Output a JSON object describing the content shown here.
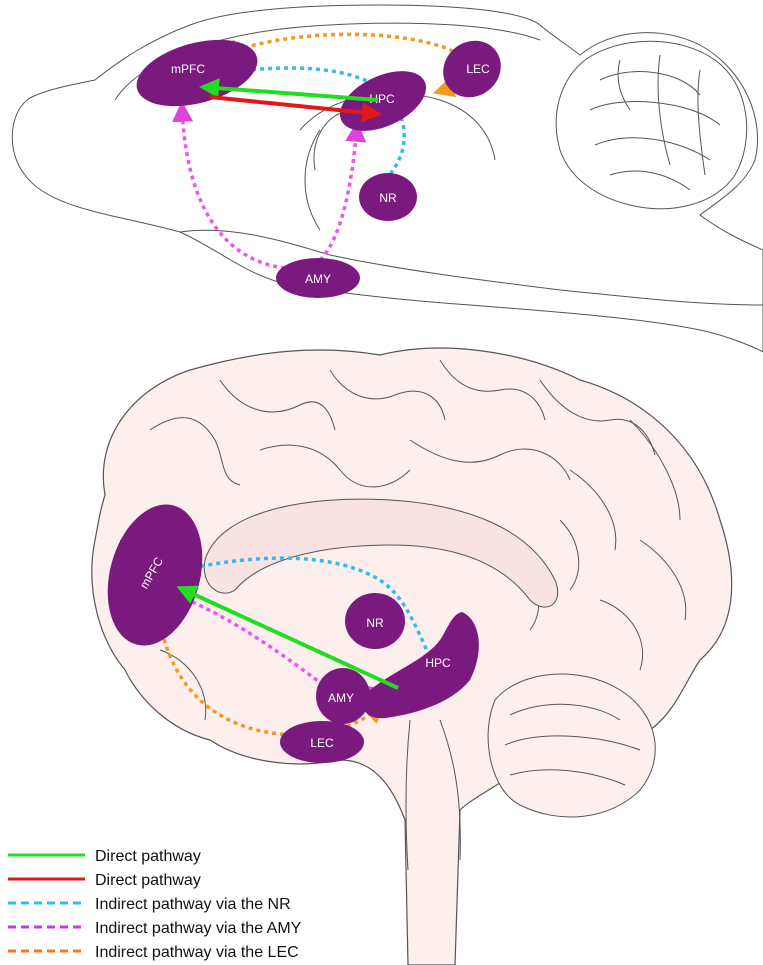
{
  "colors": {
    "region_fill": "#7b1a7e",
    "direct_green": "#22dd22",
    "direct_red": "#e01818",
    "indirect_nr": "#33bbee",
    "indirect_amy": "#ee55ee",
    "indirect_lec": "#f29a1e",
    "brain_fill": "#fcefee",
    "brain_outline": "#555555"
  },
  "rodent_brain": {
    "regions": {
      "mpfc": "mPFC",
      "hpc": "HPC",
      "lec": "LEC",
      "nr": "NR",
      "amy": "AMY"
    }
  },
  "human_brain": {
    "regions": {
      "mpfc": "mPFC",
      "hpc": "HPC",
      "lec": "LEC",
      "nr": "NR",
      "amy": "AMY"
    }
  },
  "legend": {
    "items": [
      {
        "label": "Direct pathway",
        "color": "#22dd22",
        "style": "solid"
      },
      {
        "label": "Direct pathway",
        "color": "#e01818",
        "style": "solid"
      },
      {
        "label": "Indirect pathway via the NR",
        "color": "#33bbee",
        "style": "dashed"
      },
      {
        "label": "Indirect pathway via the AMY",
        "color": "#ee55ee",
        "style": "dashed"
      },
      {
        "label": "Indirect pathway via the LEC",
        "color": "#f29a1e",
        "style": "dashed"
      }
    ]
  }
}
